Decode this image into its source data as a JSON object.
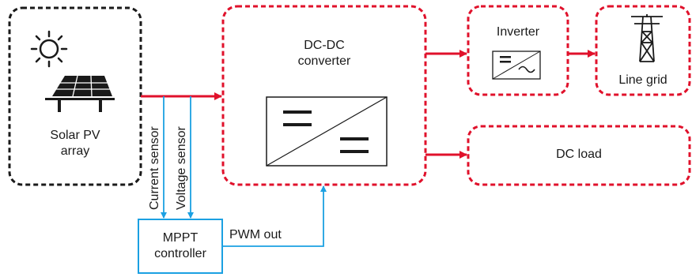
{
  "colors": {
    "black_border": "#1a1a1a",
    "red_border": "#e0112b",
    "power_arrow": "#e0112b",
    "signal_line": "#1ba0e2",
    "mppt_border": "#1ba0e2"
  },
  "icons": [
    "sun-icon",
    "solar-panel-icon",
    "dc-dc-converter-symbol",
    "inverter-symbol",
    "transmission-tower-icon"
  ],
  "blocks": {
    "solar_pv": {
      "line1": "Solar PV",
      "line2": "array"
    },
    "dcdc": {
      "line1": "DC-DC",
      "line2": "converter"
    },
    "inverter": {
      "label": "Inverter"
    },
    "line_grid": {
      "label": "Line grid"
    },
    "dc_load": {
      "label": "DC load"
    },
    "mppt": {
      "line1": "MPPT",
      "line2": "controller"
    }
  },
  "signals": {
    "current_sensor": "Current sensor",
    "voltage_sensor": "Voltage sensor",
    "pwm_out": "PWM out"
  }
}
